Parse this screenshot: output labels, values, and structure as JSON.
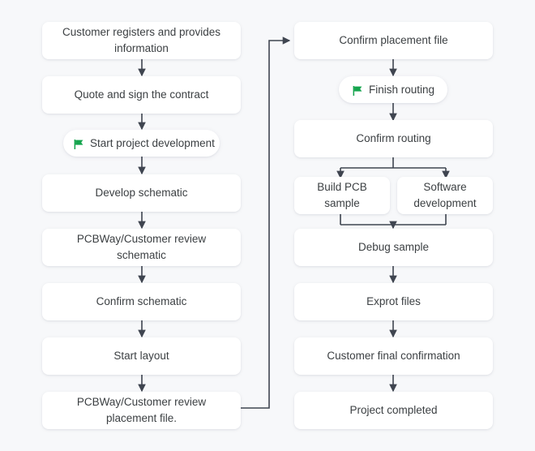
{
  "diagram": {
    "title": "PCB project workflow flowchart",
    "background_color": "#f7f8fa",
    "node_fill_color": "#ffffff",
    "text_color": "#3c4043",
    "connector_color": "#3f4550",
    "flag_color": "#14a44d",
    "icons": {
      "flag": "green-flag-icon"
    }
  },
  "left_column": {
    "nodes": [
      {
        "id": "customer-registers",
        "label": "Customer registers and provides information",
        "shape": "rect"
      },
      {
        "id": "quote-sign-contract",
        "label": "Quote and sign the contract",
        "shape": "rect"
      },
      {
        "id": "start-project",
        "label": "Start project development",
        "shape": "pill",
        "icon": "green-flag-icon"
      },
      {
        "id": "develop-schematic",
        "label": "Develop schematic",
        "shape": "rect"
      },
      {
        "id": "review-schematic",
        "label": "PCBWay/Customer review schematic",
        "shape": "rect"
      },
      {
        "id": "confirm-schematic",
        "label": "Confirm schematic",
        "shape": "rect"
      },
      {
        "id": "start-layout",
        "label": "Start layout",
        "shape": "rect"
      },
      {
        "id": "review-placement-file",
        "label": "PCBWay/Customer review placement file.",
        "shape": "rect"
      }
    ]
  },
  "right_column": {
    "nodes": [
      {
        "id": "confirm-placement-file",
        "label": "Confirm placement file",
        "shape": "rect"
      },
      {
        "id": "finish-routing",
        "label": "Finish routing",
        "shape": "pill",
        "icon": "green-flag-icon"
      },
      {
        "id": "confirm-routing",
        "label": "Confirm routing",
        "shape": "rect"
      },
      {
        "id": "build-pcb-sample",
        "label": "Build PCB sample",
        "shape": "rect"
      },
      {
        "id": "software-development",
        "label": "Software development",
        "shape": "rect"
      },
      {
        "id": "debug-sample",
        "label": "Debug sample",
        "shape": "rect"
      },
      {
        "id": "exprot-files",
        "label": "Exprot files",
        "shape": "rect"
      },
      {
        "id": "customer-final-confirm",
        "label": "Customer final confirmation",
        "shape": "rect"
      },
      {
        "id": "project-completed",
        "label": "Project completed",
        "shape": "rect"
      }
    ]
  },
  "edges": [
    {
      "from": "customer-registers",
      "to": "quote-sign-contract"
    },
    {
      "from": "quote-sign-contract",
      "to": "start-project"
    },
    {
      "from": "start-project",
      "to": "develop-schematic"
    },
    {
      "from": "develop-schematic",
      "to": "review-schematic"
    },
    {
      "from": "review-schematic",
      "to": "confirm-schematic"
    },
    {
      "from": "confirm-schematic",
      "to": "start-layout"
    },
    {
      "from": "start-layout",
      "to": "review-placement-file"
    },
    {
      "from": "review-placement-file",
      "to": "confirm-placement-file"
    },
    {
      "from": "confirm-placement-file",
      "to": "finish-routing"
    },
    {
      "from": "finish-routing",
      "to": "confirm-routing"
    },
    {
      "from": "confirm-routing",
      "to": "build-pcb-sample"
    },
    {
      "from": "confirm-routing",
      "to": "software-development"
    },
    {
      "from": "build-pcb-sample",
      "to": "debug-sample"
    },
    {
      "from": "software-development",
      "to": "debug-sample"
    },
    {
      "from": "debug-sample",
      "to": "exprot-files"
    },
    {
      "from": "exprot-files",
      "to": "customer-final-confirm"
    },
    {
      "from": "customer-final-confirm",
      "to": "project-completed"
    }
  ]
}
